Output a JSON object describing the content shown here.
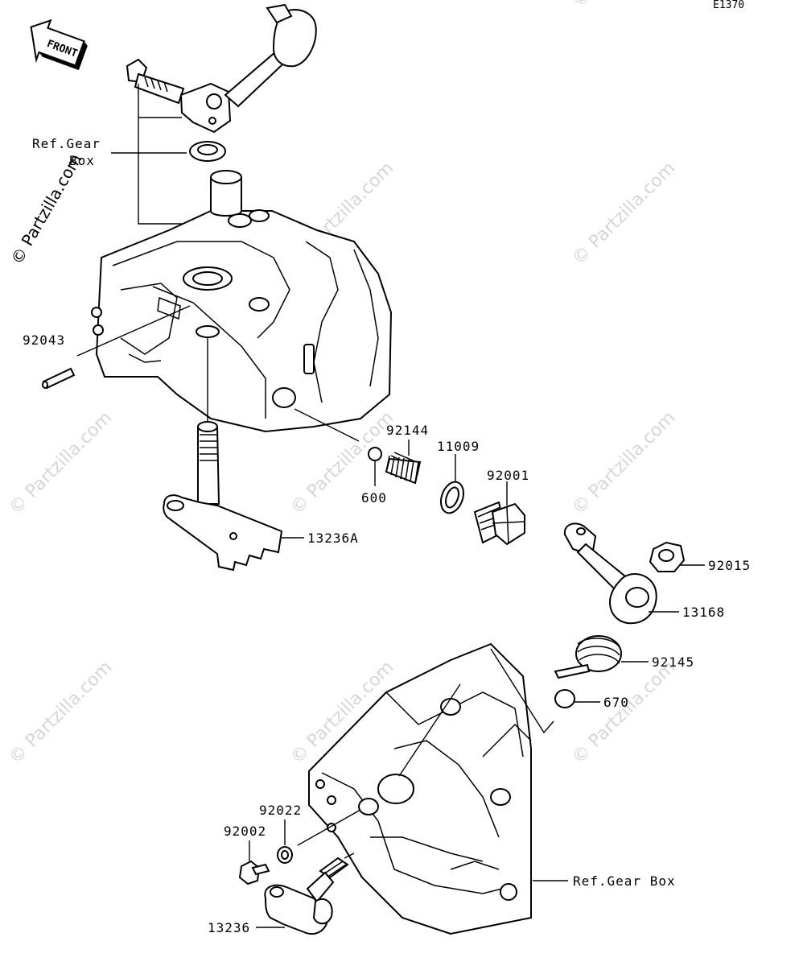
{
  "diagram_code": "E1370",
  "front_label": "FRONT",
  "copyright_label": "© Partzilla.com",
  "watermark_text": "© Partzilla.com",
  "references": {
    "ref_gear_box_top_line1": "Ref.Gear",
    "ref_gear_box_top_line2": "Box",
    "ref_gear_box_bottom": "Ref.Gear Box"
  },
  "parts": [
    {
      "id": "p92043",
      "number": "92043"
    },
    {
      "id": "p92144",
      "number": "92144"
    },
    {
      "id": "p11009",
      "number": "11009"
    },
    {
      "id": "p92001",
      "number": "92001"
    },
    {
      "id": "p600",
      "number": "600"
    },
    {
      "id": "p13236A",
      "number": "13236A"
    },
    {
      "id": "p92015",
      "number": "92015"
    },
    {
      "id": "p13168",
      "number": "13168"
    },
    {
      "id": "p92145",
      "number": "92145"
    },
    {
      "id": "p670",
      "number": "670"
    },
    {
      "id": "p92022",
      "number": "92022"
    },
    {
      "id": "p92002",
      "number": "92002"
    },
    {
      "id": "p13236",
      "number": "13236"
    }
  ],
  "colors": {
    "line": "#000000",
    "background": "#ffffff",
    "watermark": "#d6d6d6"
  }
}
